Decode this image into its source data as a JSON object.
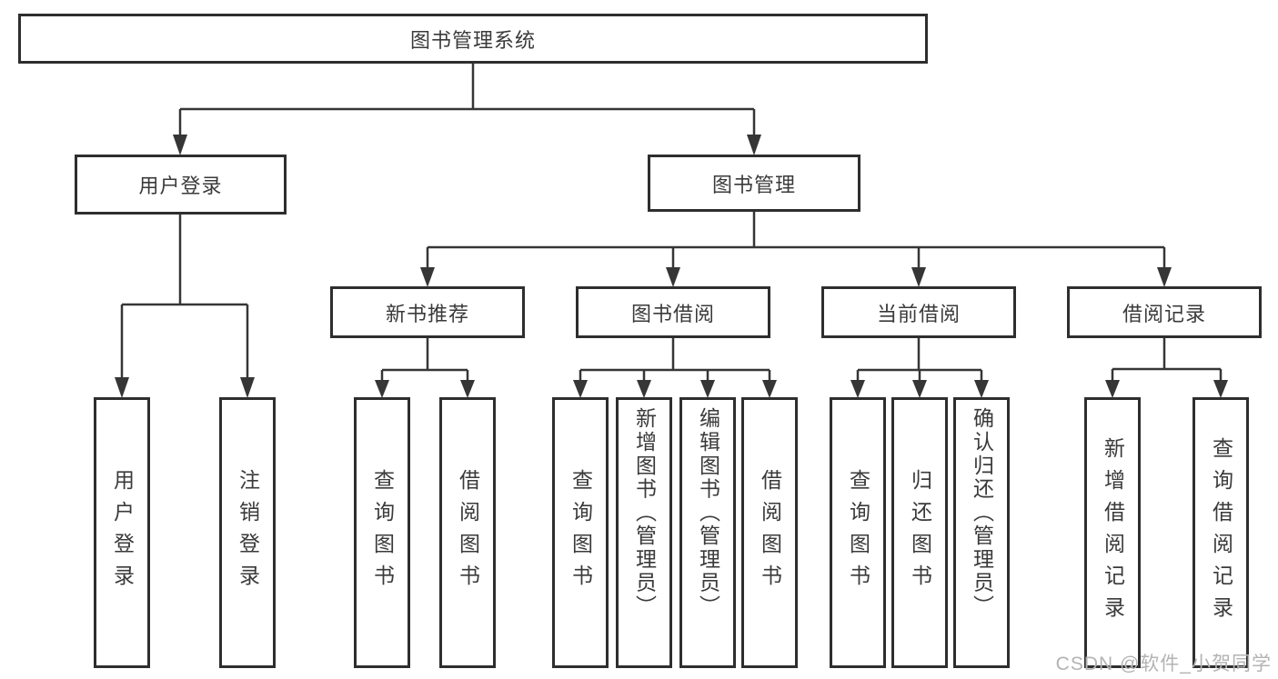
{
  "tree": {
    "label": "图书管理系统",
    "children": [
      {
        "label": "用户登录",
        "children": [
          {
            "label": "用户登录"
          },
          {
            "label": "注销登录"
          }
        ]
      },
      {
        "label": "图书管理",
        "children": [
          {
            "label": "新书推荐",
            "children": [
              {
                "label": "查询图书"
              },
              {
                "label": "借阅图书"
              }
            ]
          },
          {
            "label": "图书借阅",
            "children": [
              {
                "label": "查询图书"
              },
              {
                "label": "新增图书（管理员）"
              },
              {
                "label": "编辑图书（管理员）"
              },
              {
                "label": "借阅图书"
              }
            ]
          },
          {
            "label": "当前借阅",
            "children": [
              {
                "label": "查询图书"
              },
              {
                "label": "归还图书"
              },
              {
                "label": "确认归还（管理员）"
              }
            ]
          },
          {
            "label": "借阅记录",
            "children": [
              {
                "label": "新增借阅记录"
              },
              {
                "label": "查询借阅记录"
              }
            ]
          }
        ]
      }
    ]
  },
  "watermark": "CSDN @软件_小贺同学",
  "colors": {
    "line": "#363636",
    "box_border": "#2e2e2e",
    "text": "#3a3a3a",
    "watermark": "#b3b3b3",
    "background": "#ffffff"
  }
}
